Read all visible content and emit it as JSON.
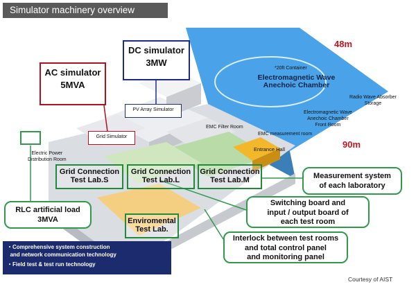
{
  "header": {
    "title": "Simulator machinery overview"
  },
  "dimensions": {
    "width_label": "48m",
    "depth_label": "90m"
  },
  "callouts": {
    "ac_simulator": {
      "line1": "AC simulator",
      "line2": "5MVA"
    },
    "dc_simulator": {
      "line1": "DC simulator",
      "line2": "3MW"
    },
    "rlc_load": {
      "line1": "RLC artificial load",
      "line2": "3MVA"
    },
    "measurement": {
      "line1": "Measurement system",
      "line2": "of each laboratory"
    },
    "switching": {
      "line1": "Switching board and",
      "line2": "input / output board of",
      "line3": "each test room"
    },
    "interlock": {
      "line1": "Interlock between test rooms",
      "line2": "and total control panel",
      "line3": "and monitoring panel"
    }
  },
  "building_labels": {
    "pv_array": "PV Array Simulator",
    "grid_simulator": "Grid Simulator",
    "container": "*20ft Container",
    "em_chamber_line1": "Electromagnetic Wave",
    "em_chamber_line2": "Anechoic Chamber",
    "radio_storage_line1": "Radio Wave Absorber",
    "radio_storage_line2": "Storage",
    "front_room_line1": "Electromagnetic Wave",
    "front_room_line2": "Anechoic Chamber",
    "front_room_line3": "Front Room",
    "emc_filter": "EMC Filter Room",
    "emc_measurement": "EMC measurement room",
    "entrance_hall": "Entrance Hall",
    "power_dist_line1": "Electric Power",
    "power_dist_line2": "Distribution Room"
  },
  "labs": {
    "s": {
      "line1": "Grid Connection",
      "line2": "Test Lab.S"
    },
    "l": {
      "line1": "Grid Connection",
      "line2": "Test Lab.L"
    },
    "m": {
      "line1": "Grid Connection",
      "line2": "Test Lab.M"
    },
    "env": {
      "line1": "Enviromental",
      "line2": "Test Lab."
    }
  },
  "technology": {
    "item1_line1": "・Comprehensive system construction",
    "item1_line2": "  and network communication technology",
    "item2": "・Field test & test run technology"
  },
  "credit": "Courtesy of AIST",
  "colors": {
    "title_bg": "#5a5a5a",
    "ac_border": "#b01020",
    "dc_border": "#1c2a8c",
    "green_border": "#2e9a4a",
    "dimension_red": "#c0161e",
    "tech_bg": "#1c2a6e",
    "chamber_blue": "#4aa3e8"
  }
}
